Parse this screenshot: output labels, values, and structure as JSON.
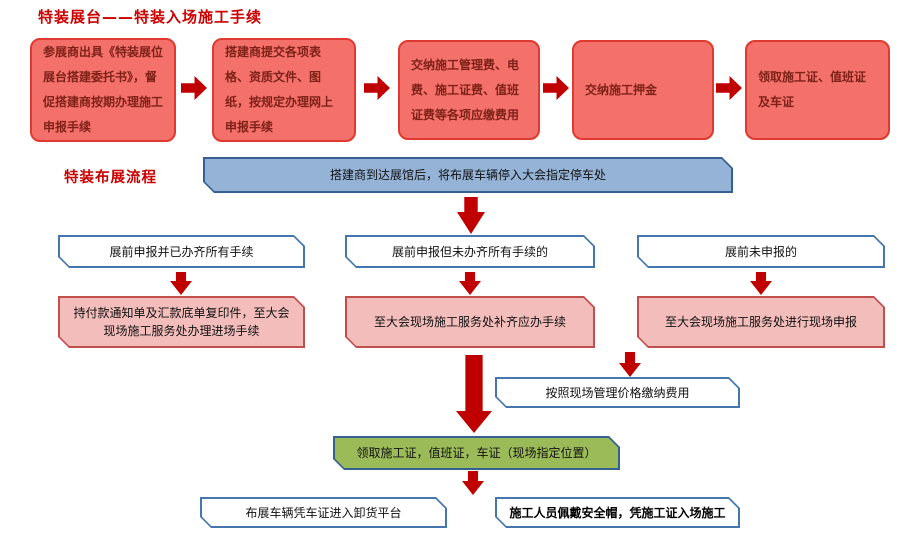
{
  "title": "特装展台——特装入场施工手续",
  "section_label": "特装布展流程",
  "entry_procedure": {
    "steps": [
      {
        "text": "参展商出具《特装展位展台搭建委托书》，督促搭建商按期办理施工申报手续"
      },
      {
        "text": "搭建商提交各项表格、资质文件、图纸，按规定办理网上申报手续"
      },
      {
        "text": "交纳施工管理费、电费、施工证费、值班证费等各项应缴费用"
      },
      {
        "text": "交纳施工押金"
      },
      {
        "text": "领取施工证、值班证及车证"
      }
    ]
  },
  "setup_flow": {
    "banner": "搭建商到达展馆后，将布展车辆停入大会指定停车处",
    "branches": [
      {
        "condition": "展前申报并已办齐所有手续",
        "action": "持付款通知单及汇款底单复印件，至大会现场施工服务处办理进场手续"
      },
      {
        "condition": "展前申报但未办齐所有手续的",
        "action": "至大会现场施工服务处补齐应办手续"
      },
      {
        "condition": "展前未申报的",
        "action": "至大会现场施工服务处进行现场申报"
      }
    ],
    "payment_note": "按照现场管理价格缴纳费用",
    "badge_pickup": "领取施工证，值班证，车证（现场指定位置）",
    "vehicle_entry": "布展车辆凭车证进入卸货平台",
    "worker_entry": "施工人员佩戴安全帽，凭施工证入场施工"
  },
  "colors": {
    "title_red": "#cc0000",
    "arrow_red": "#c00000",
    "step_box_fill": "#f4706b",
    "step_box_border": "#e0392f",
    "step_box_text": "#7e2218",
    "pink_fill": "#f3bdbb",
    "pink_border": "#c0504d",
    "banner_fill": "#95b3d7",
    "banner_border": "#376092",
    "white_box_border": "#4576ae",
    "green_fill": "#9bbb59"
  }
}
